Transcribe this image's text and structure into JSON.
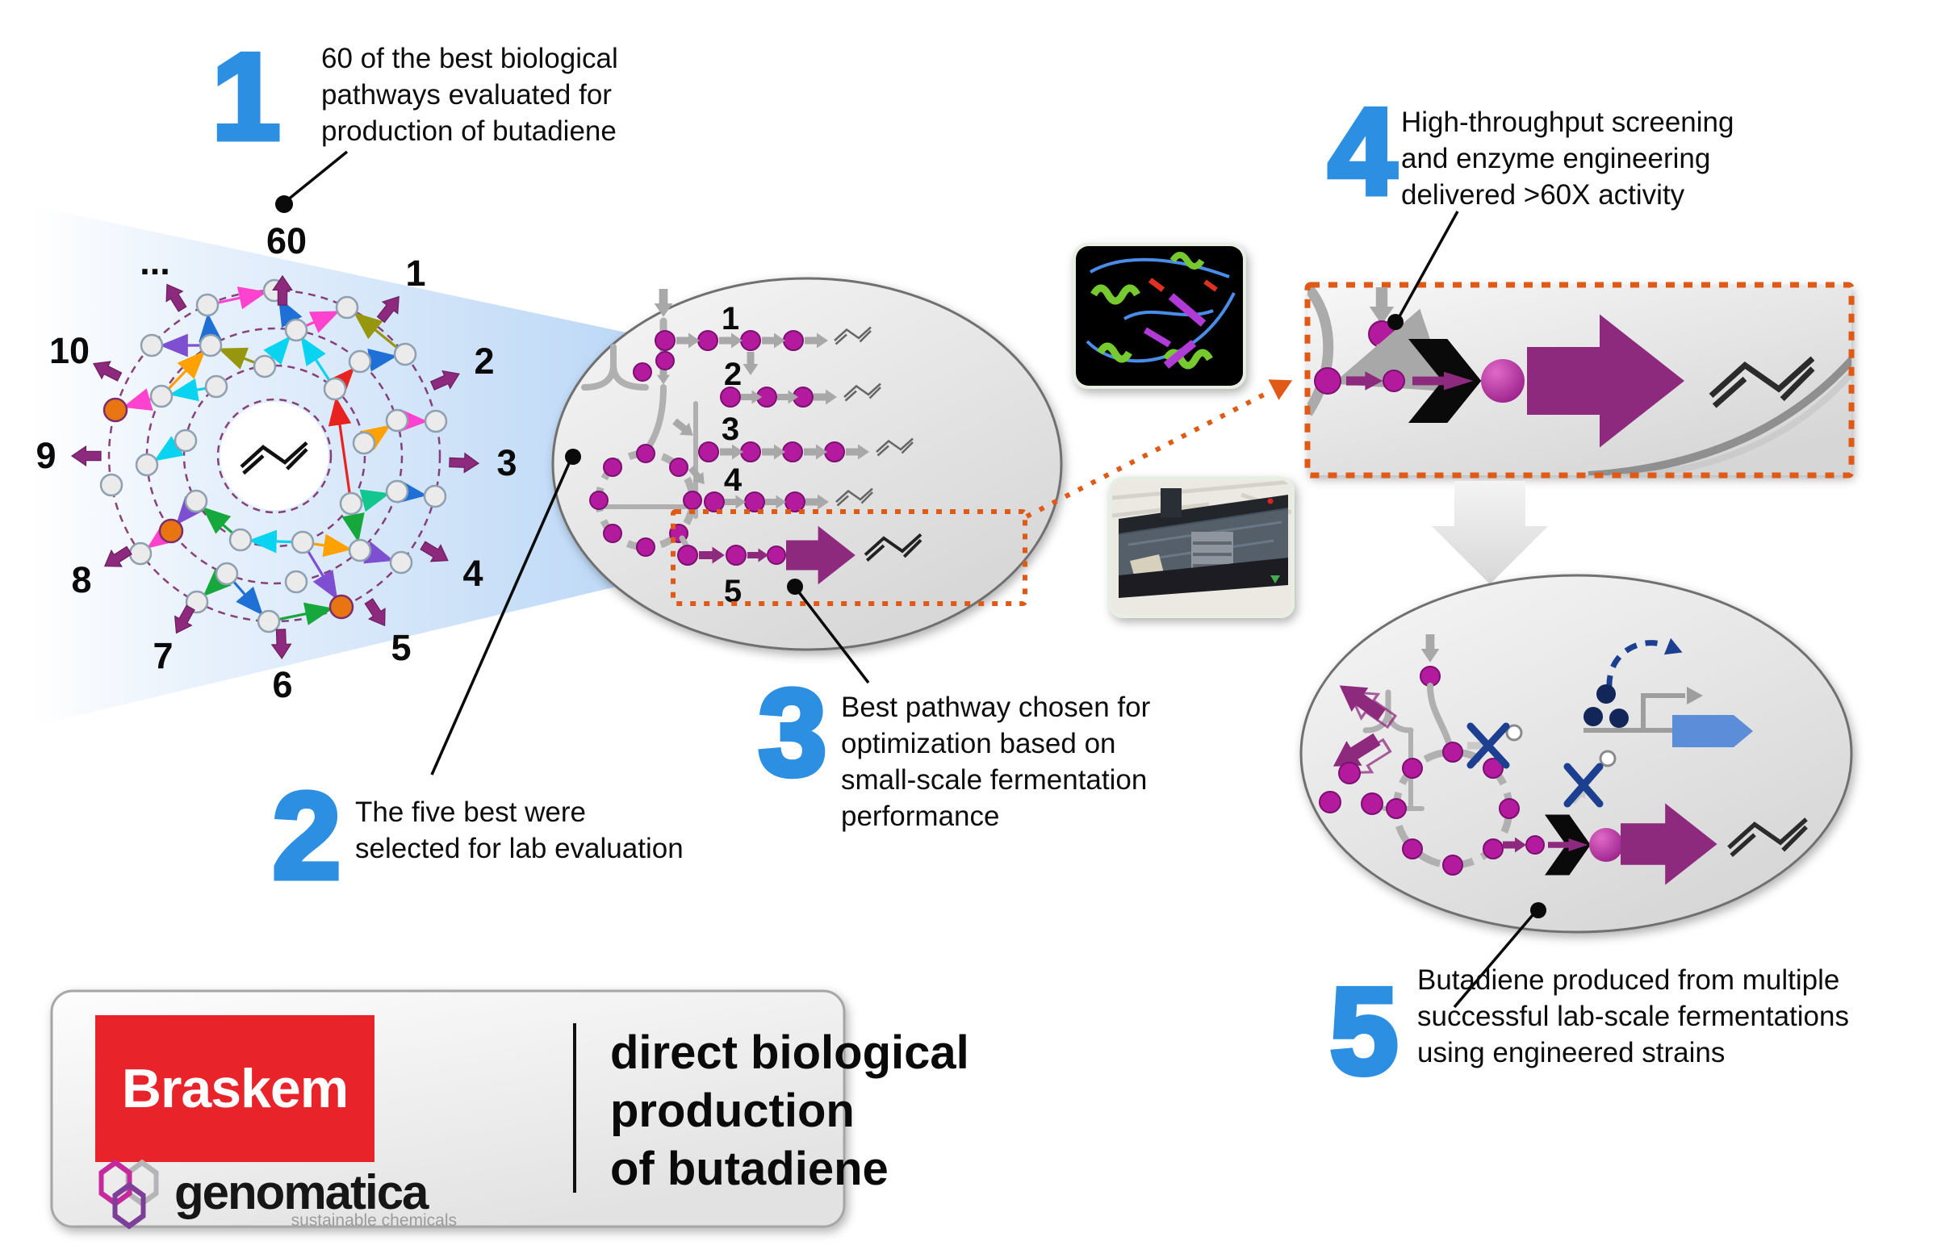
{
  "theme": {
    "accent": "#2d8fe2",
    "magenta": "#8e2a7e",
    "dot": "#b31a9e",
    "orange": "#e05a17",
    "navy": "#1d3f8f",
    "gene": "#5b8dd9",
    "red": "#e8232a",
    "ink": "#0d0d0d"
  },
  "steps": [
    {
      "num": "1",
      "lines": [
        "60 of the best biological",
        "pathways evaluated for",
        "production of butadiene"
      ]
    },
    {
      "num": "2",
      "lines": [
        "The five best were",
        "selected for lab evaluation"
      ]
    },
    {
      "num": "3",
      "lines": [
        "Best pathway chosen for",
        "optimization based on",
        "small-scale fermentation",
        "performance"
      ]
    },
    {
      "num": "4",
      "lines": [
        "High-throughput screening",
        "and enzyme engineering",
        "delivered >60X activity"
      ]
    },
    {
      "num": "5",
      "lines": [
        "Butadiene produced from multiple",
        "successful lab-scale fermentations",
        "using engineered strains"
      ]
    }
  ],
  "network": {
    "labels": [
      "1",
      "2",
      "3",
      "4",
      "5",
      "6",
      "7",
      "8",
      "9",
      "10",
      "...",
      "60"
    ]
  },
  "cell1": {
    "pathway_labels": [
      "1",
      "2",
      "3",
      "4",
      "5"
    ]
  },
  "footer": {
    "braskem": "Braskem",
    "genomatica": "genomatica",
    "genomatica_tagline": "sustainable chemicals",
    "title_lines": [
      "direct biological",
      "production",
      "of butadiene"
    ]
  }
}
